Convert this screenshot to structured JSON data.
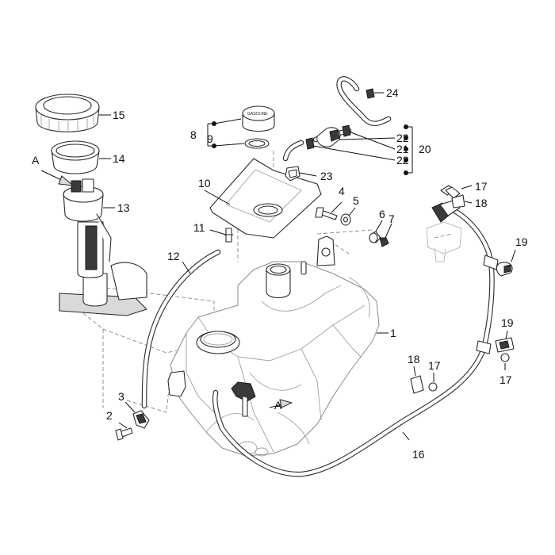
{
  "diagram": {
    "callouts": {
      "c1": "1",
      "c2": "2",
      "c3": "3",
      "c4": "4",
      "c5": "5",
      "c6": "6",
      "c7": "7",
      "c8": "8",
      "c9": "9",
      "c10": "10",
      "c11": "11",
      "c12": "12",
      "c13": "13",
      "c14": "14",
      "c15": "15",
      "c16": "16",
      "c17a": "17",
      "c17b": "17",
      "c17c": "17",
      "c18a": "18",
      "c18b": "18",
      "c19a": "19",
      "c19b": "19",
      "c20": "20",
      "c21": "21",
      "c22a": "22",
      "c22b": "22",
      "c23": "23",
      "c24": "24"
    },
    "arrow_labels": {
      "a_top": "A",
      "a_tank": "A"
    },
    "cap_text": "GASOLINE"
  }
}
